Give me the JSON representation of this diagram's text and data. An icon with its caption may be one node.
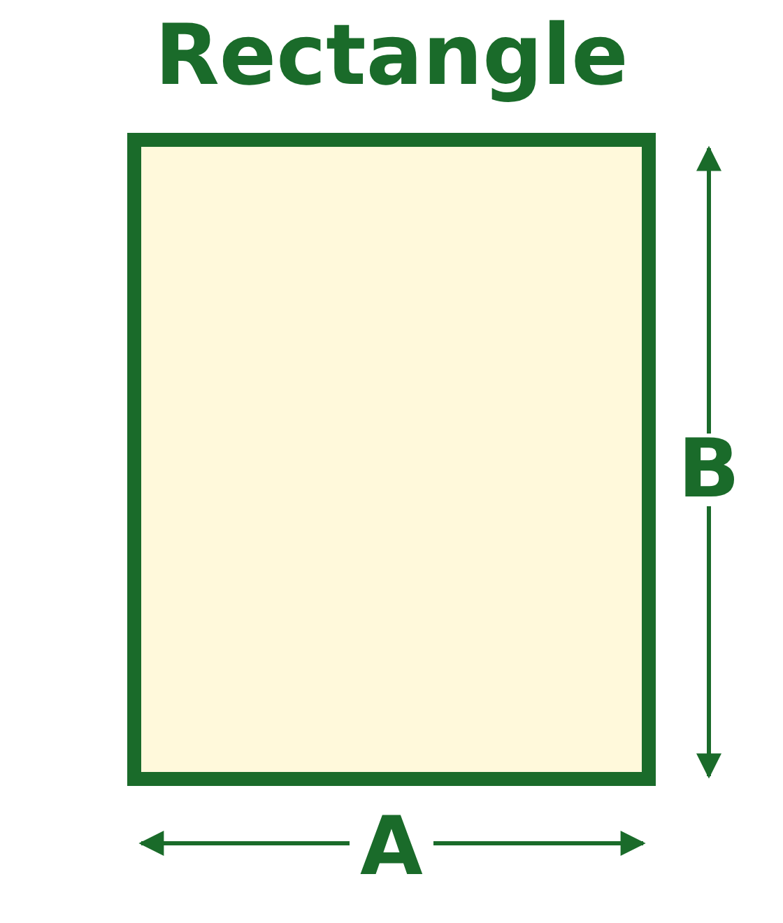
{
  "diagram": {
    "title": "Rectangle",
    "nodes": [
      {
        "text": [],
        "shape": "box"
      }
    ],
    "edges": [],
    "labels": [
      "B",
      "A"
    ]
  }
}
